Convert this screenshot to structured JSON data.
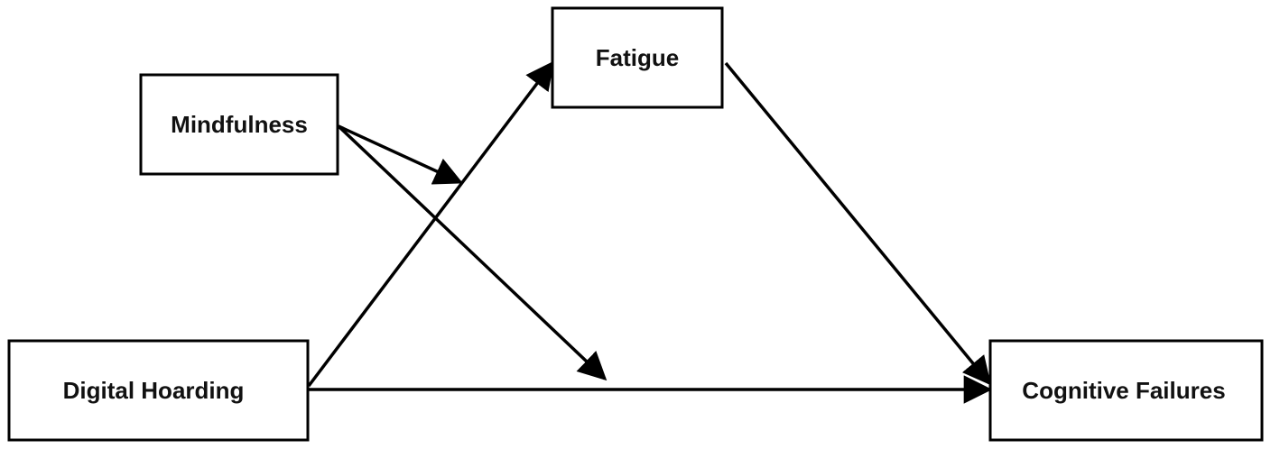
{
  "nodes": {
    "fatigue": {
      "label": "Fatigue"
    },
    "mindfulness": {
      "label": "Mindfulness"
    },
    "digital_hoarding": {
      "label": "Digital Hoarding"
    },
    "cognitive_failures": {
      "label": "Cognitive Failures"
    }
  },
  "edges": [
    {
      "from": "digital_hoarding",
      "to": "fatigue"
    },
    {
      "from": "fatigue",
      "to": "cognitive_failures"
    },
    {
      "from": "digital_hoarding",
      "to": "cognitive_failures"
    },
    {
      "from": "mindfulness",
      "to": "digital_hoarding -> fatigue"
    },
    {
      "from": "mindfulness",
      "to": "digital_hoarding -> cognitive_failures"
    }
  ],
  "colors": {
    "stroke": "#000000",
    "background": "#ffffff",
    "text": "#111111"
  }
}
